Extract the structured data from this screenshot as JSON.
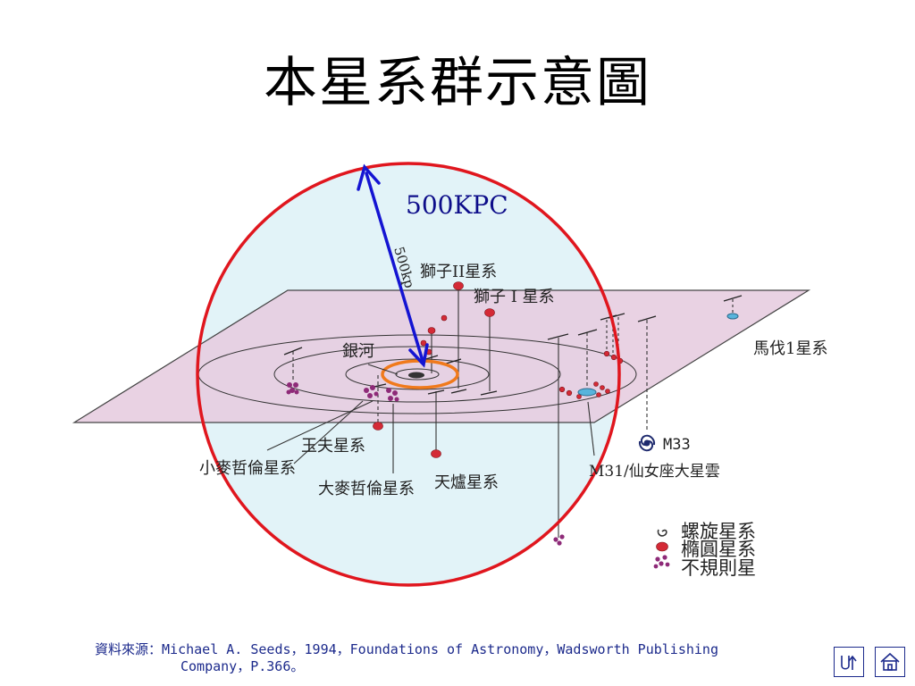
{
  "title": "本星系群示意圖",
  "distance_label": "500KPC",
  "scale_vertical_text": "500kp",
  "labels": {
    "leo2": "獅子II星系",
    "leo1": "獅子 I 星系",
    "milky_way": "銀河",
    "maffei1": "馬伐1星系",
    "m33": "M33",
    "m31": "M31/仙女座大星雲",
    "sculptor": "玉夫星系",
    "smc": "小麥哲倫星系",
    "lmc": "大麥哲倫星系",
    "fornax": "天爐星系"
  },
  "legend": {
    "spiral": "螺旋星系",
    "elliptical": "橢圓星系",
    "irregular": "不規則星"
  },
  "source": {
    "label": "資料來源：",
    "line1": "Michael A. Seeds，1994，Foundations of Astronomy，Wadsworth Publishing",
    "line2": "Company，P.366。"
  },
  "colors": {
    "sphere_fill": "#e2f3f8",
    "sphere_outline": "#e0161e",
    "plane_fill": "#e7cde0",
    "arrow": "#1414d2",
    "orange_ring": "#f07a1c",
    "galaxy_red": "#d42a36",
    "irregular_purple": "#8e2a78",
    "nav_border": "#1c2a8c"
  },
  "nav": {
    "back_icon": "return-arrow-icon",
    "home_icon": "home-icon"
  }
}
